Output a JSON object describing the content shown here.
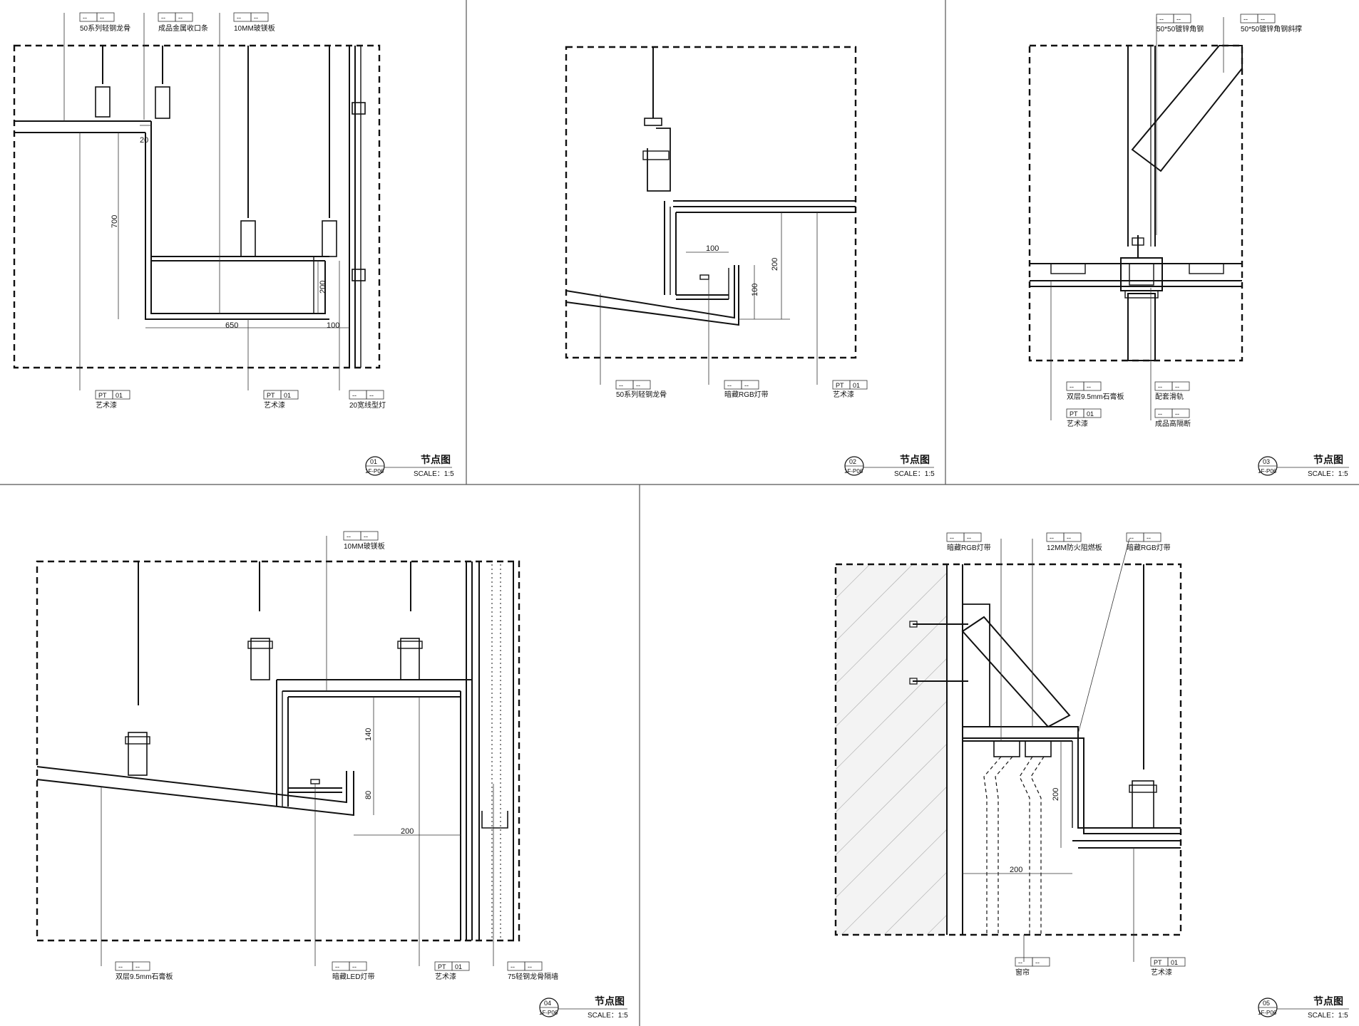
{
  "details": [
    {
      "id": "01",
      "sheet_ref": "1F-P06",
      "title": "节点图",
      "scale": "SCALE：1:5",
      "tags": [
        {
          "codes": [
            "--",
            "--"
          ],
          "label": "50系列轻钢龙骨"
        },
        {
          "codes": [
            "--",
            "--"
          ],
          "label": "成品金属收口条"
        },
        {
          "codes": [
            "--",
            "--"
          ],
          "label": "10MM玻镁板"
        },
        {
          "codes": [
            "PT",
            "01"
          ],
          "label": "艺术漆"
        },
        {
          "codes": [
            "PT",
            "01"
          ],
          "label": "艺术漆"
        },
        {
          "codes": [
            "--",
            "--"
          ],
          "label": "20宽线型灯"
        }
      ],
      "dimensions": [
        "20",
        "700",
        "200",
        "650",
        "100"
      ]
    },
    {
      "id": "02",
      "sheet_ref": "1F-P06",
      "title": "节点图",
      "scale": "SCALE：1:5",
      "tags": [
        {
          "codes": [
            "--",
            "--"
          ],
          "label": "50系列轻钢龙骨"
        },
        {
          "codes": [
            "--",
            "--"
          ],
          "label": "暗藏RGB灯带"
        },
        {
          "codes": [
            "PT",
            "01"
          ],
          "label": "艺术漆"
        }
      ],
      "dimensions": [
        "100",
        "200",
        "100"
      ]
    },
    {
      "id": "03",
      "sheet_ref": "1F-P06",
      "title": "节点图",
      "scale": "SCALE：1:5",
      "tags": [
        {
          "codes": [
            "--",
            "--"
          ],
          "label": "50*50镀锌角钢"
        },
        {
          "codes": [
            "--",
            "--"
          ],
          "label": "50*50镀锌角钢斜撑"
        },
        {
          "codes": [
            "--",
            "--"
          ],
          "label": "双层9.5mm石膏板"
        },
        {
          "codes": [
            "PT",
            "01"
          ],
          "label": "艺术漆"
        },
        {
          "codes": [
            "--",
            "--"
          ],
          "label": "配套滑轨"
        },
        {
          "codes": [
            "--",
            "--"
          ],
          "label": "成品高隔断"
        }
      ],
      "dimensions": []
    },
    {
      "id": "04",
      "sheet_ref": "1F-P06",
      "title": "节点图",
      "scale": "SCALE：1:5",
      "tags": [
        {
          "codes": [
            "--",
            "--"
          ],
          "label": "10MM玻镁板"
        },
        {
          "codes": [
            "--",
            "--"
          ],
          "label": "双层9.5mm石膏板"
        },
        {
          "codes": [
            "--",
            "--"
          ],
          "label": "暗藏LED灯带"
        },
        {
          "codes": [
            "PT",
            "01"
          ],
          "label": "艺术漆"
        },
        {
          "codes": [
            "--",
            "--"
          ],
          "label": "75轻钢龙骨隔墙"
        }
      ],
      "dimensions": [
        "140",
        "80",
        "200"
      ]
    },
    {
      "id": "05",
      "sheet_ref": "1F-P06",
      "title": "节点图",
      "scale": "SCALE：1:5",
      "tags": [
        {
          "codes": [
            "--",
            "--"
          ],
          "label": "暗藏RGB灯带"
        },
        {
          "codes": [
            "--",
            "--"
          ],
          "label": "12MM防火阻燃板"
        },
        {
          "codes": [
            "--",
            "--"
          ],
          "label": "暗藏RGB灯带"
        },
        {
          "codes": [
            "--",
            "--"
          ],
          "label": "窗帘"
        },
        {
          "codes": [
            "PT",
            "01"
          ],
          "label": "艺术漆"
        }
      ],
      "dimensions": [
        "200",
        "200"
      ]
    }
  ]
}
